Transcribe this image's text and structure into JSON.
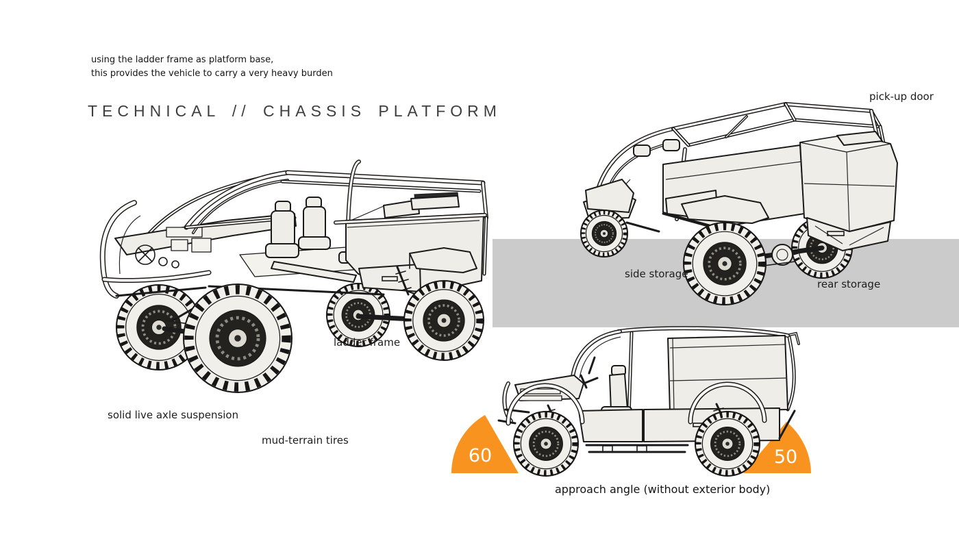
{
  "intro": {
    "line1": "using the ladder frame as platform base,",
    "line2": "this provides the vehicle to carry a very heavy burden"
  },
  "title": "TECHNICAL  //  CHASSIS PLATFORM",
  "labels": {
    "pickup_door": "pick-up door",
    "side_storage": "side storage",
    "rear_storage": "rear storage",
    "ladder_frame": "ladder frame",
    "solid_live_axle": "solid live axle suspension",
    "mud_terrain_tires": "mud-terrain tires",
    "approach_caption": "approach angle (without exterior body)"
  },
  "angles": {
    "front_value": "60",
    "rear_value": "50"
  },
  "colors": {
    "accent_orange": "#f7931e",
    "ground_band": "#cbcbcb",
    "sketch_fill": "#eeede7",
    "line": "#1c1c1c",
    "background": "#ffffff"
  },
  "illustrations": {
    "front_quarter_view": "chassis platform front three-quarter sketch",
    "rear_quarter_view": "chassis platform rear three-quarter sketch",
    "side_view": "chassis platform side sketch with approach angles"
  }
}
